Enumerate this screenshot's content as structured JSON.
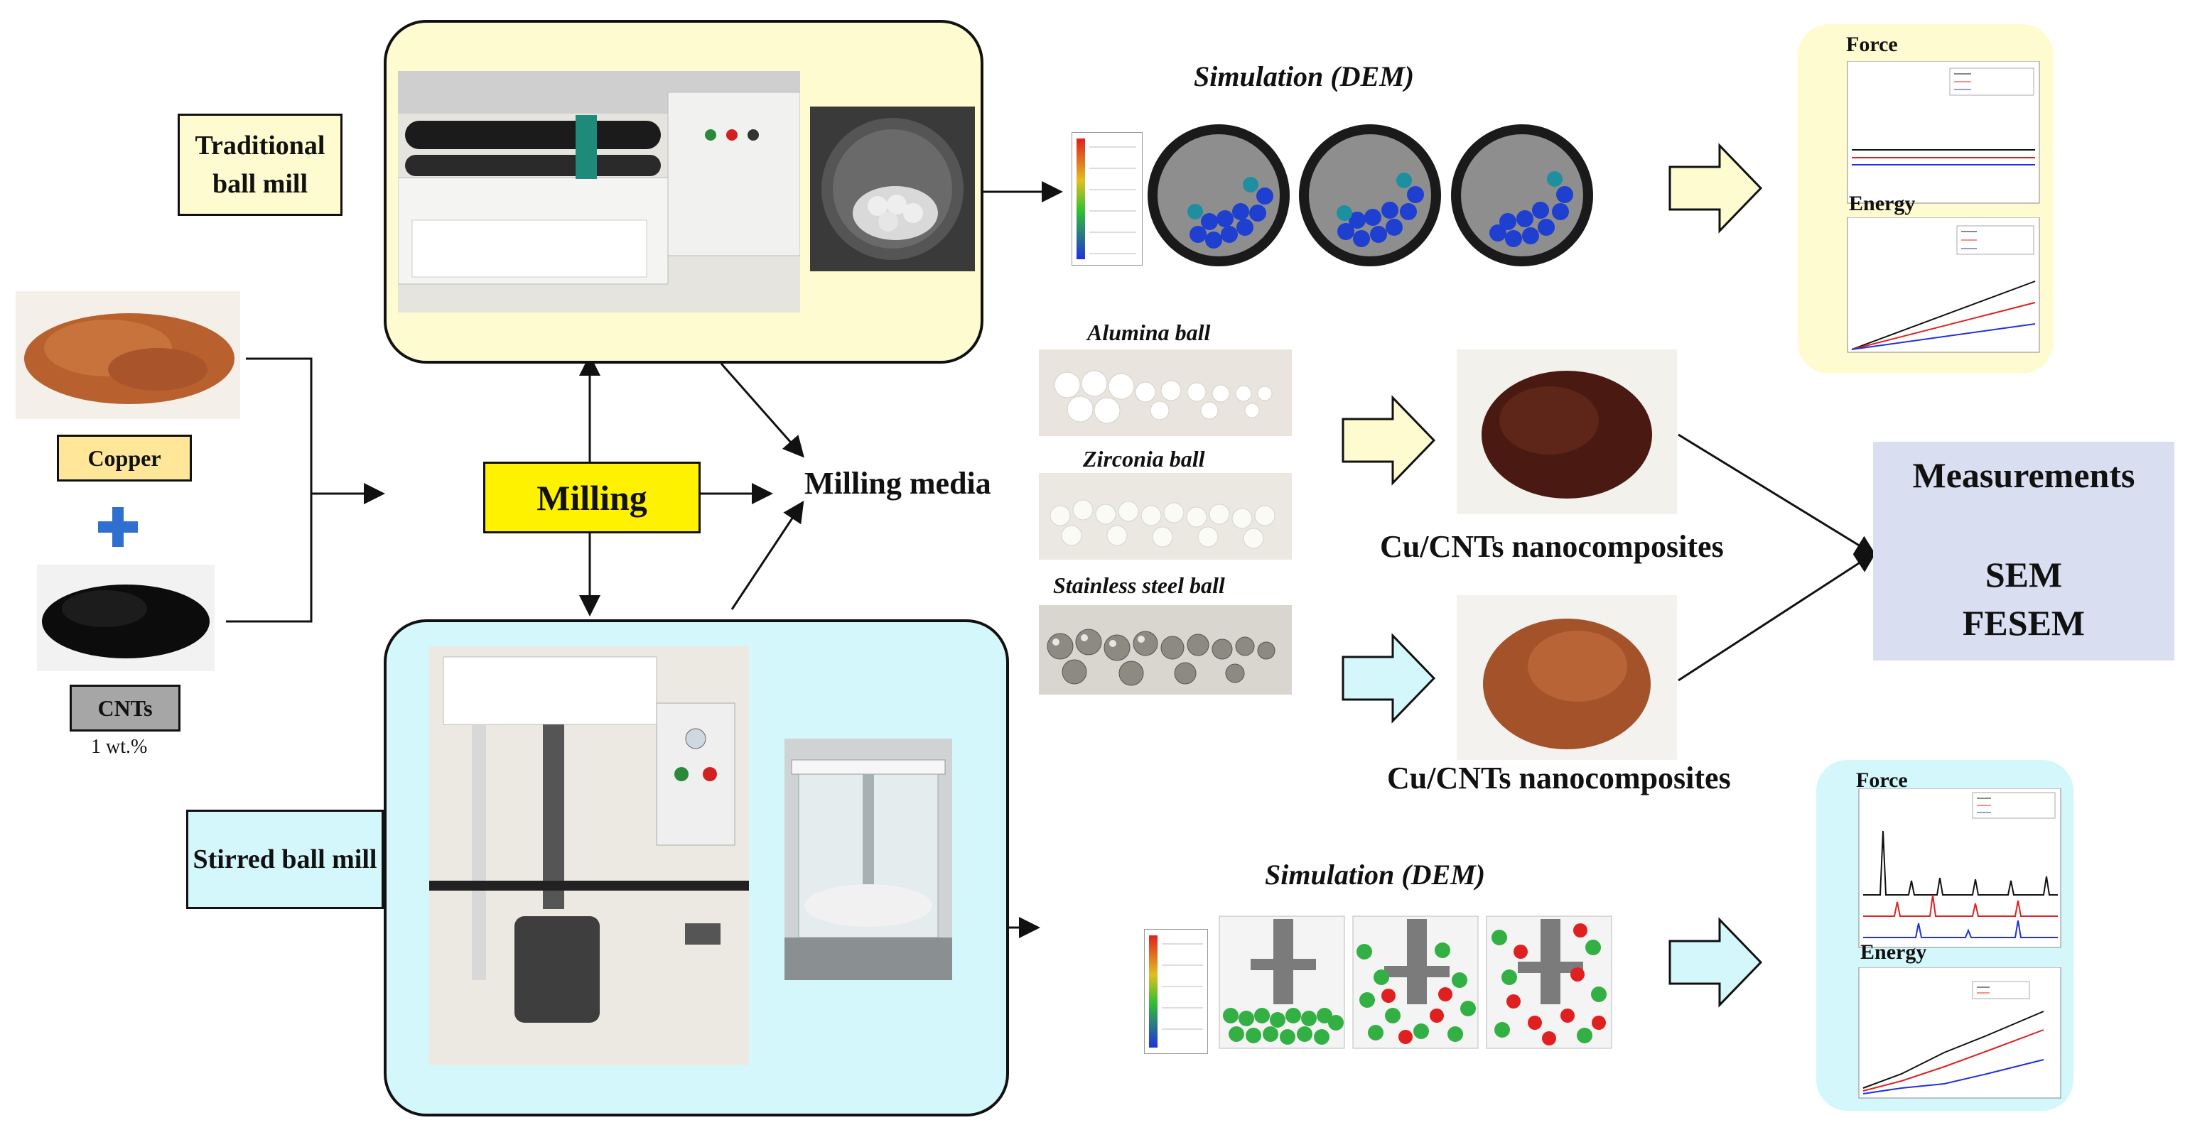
{
  "inputs": {
    "copper_label": "Copper",
    "cnts_label": "CNTs",
    "cnts_amount": "1 wt.%"
  },
  "process": {
    "milling_label": "Milling",
    "milling_media_label": "Milling media",
    "traditional_label": "Traditional ball mill",
    "stirred_label": "Stirred ball mill"
  },
  "media": {
    "alumina": "Alumina ball",
    "zirconia": "Zirconia ball",
    "stainless": "Stainless steel ball"
  },
  "simulation": {
    "top_title": "Simulation (DEM)",
    "bottom_title": "Simulation (DEM)"
  },
  "charts": {
    "top_force": "Force",
    "top_energy": "Energy",
    "bottom_force": "Force",
    "bottom_energy": "Energy"
  },
  "outputs": {
    "composite_top": "Cu/CNTs nanocomposites",
    "composite_bottom": "Cu/CNTs nanocomposites"
  },
  "measurements": {
    "title": "Measurements",
    "method1": "SEM",
    "method2": "FESEM"
  },
  "colors": {
    "traditional_panel": "#fffbd0",
    "stirred_panel": "#d4f7fb",
    "milling_box": "#fff200",
    "copper_box": "#ffe699",
    "cnts_box": "#a6a6a6",
    "measurement_box": "#d9dff0",
    "plus": "#2f6fd2"
  }
}
